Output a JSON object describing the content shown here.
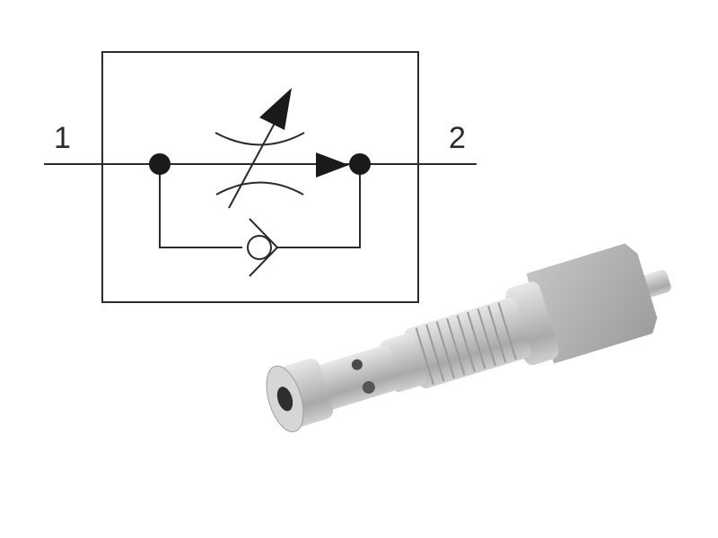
{
  "diagram": {
    "type": "hydraulic-symbol",
    "description": "Flow control valve with bypass check valve",
    "ports": [
      {
        "label": "1",
        "side": "left"
      },
      {
        "label": "2",
        "side": "right"
      }
    ],
    "components": [
      "adjustable-throttle",
      "check-valve-bypass",
      "flow-direction-arrow"
    ],
    "colors": {
      "line": "#2a2a2a",
      "background": "#ffffff",
      "metal": "#bdbdbd"
    }
  },
  "product": {
    "name": "cartridge-valve-render"
  }
}
